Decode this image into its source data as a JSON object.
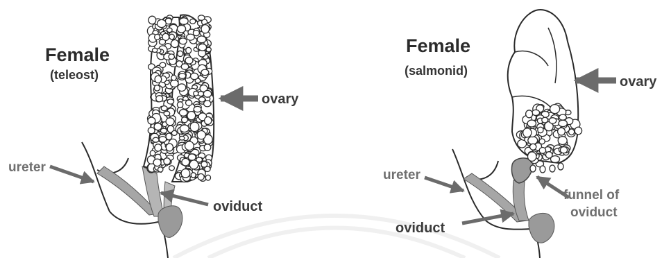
{
  "left_panel": {
    "title": "Female",
    "subtitle": "(teleost)",
    "labels": {
      "ovary": "ovary",
      "ureter": "ureter",
      "oviduct": "oviduct"
    }
  },
  "right_panel": {
    "title": "Female",
    "subtitle": "(salmonid)",
    "labels": {
      "ovary": "ovary",
      "ureter": "ureter",
      "oviduct": "oviduct",
      "funnel_line1": "funnel of",
      "funnel_line2": "oviduct"
    }
  },
  "colors": {
    "outline": "#2a2a2a",
    "duct_fill": "#a6a6a6",
    "bladder_fill": "#9a9a9a",
    "arrow": "#6b6b6b",
    "egg_fill": "#ffffff"
  }
}
